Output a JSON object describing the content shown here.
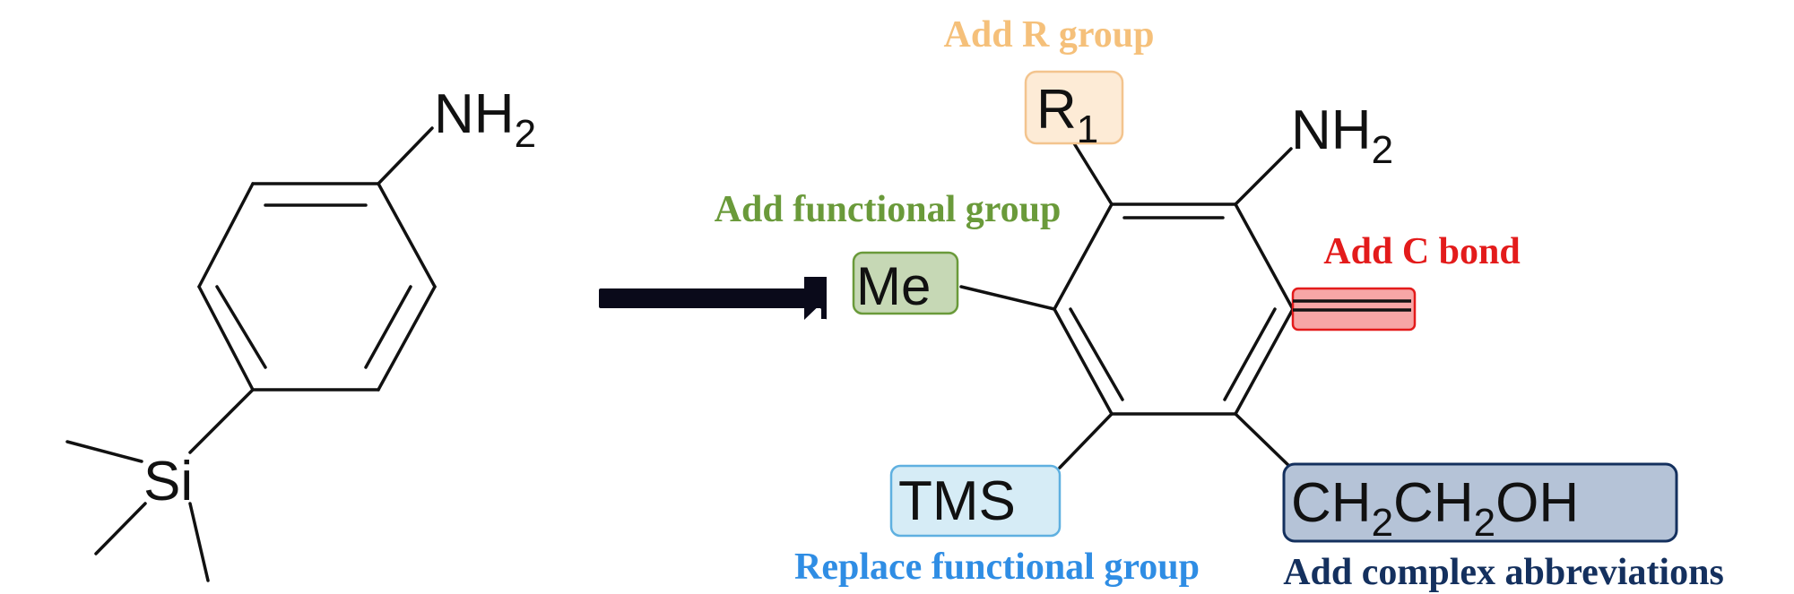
{
  "left_molecule": {
    "amine": {
      "base": "NH",
      "sub": "2"
    },
    "silicon": "Si"
  },
  "right_molecule": {
    "r_group": {
      "base": "R",
      "sub": "1"
    },
    "amine": {
      "base": "NH",
      "sub": "2"
    },
    "methyl": "Me",
    "tms": "TMS",
    "abbreviation": {
      "parts": [
        "CH",
        "2",
        "CH",
        "2",
        "OH"
      ]
    }
  },
  "annotations": {
    "add_r_group": "Add R group",
    "add_functional_group": "Add functional group",
    "add_c_bond": "Add C bond",
    "replace_functional_group": "Replace functional group",
    "add_complex_abbreviations": "Add complex abbreviations"
  },
  "colors": {
    "r_group": "#f5c07a",
    "functional_group": "#6a9a3a",
    "c_bond": "#e31b1b",
    "replace": "#2f8de4",
    "complex": "#14305e",
    "arrow": "#0a0a1a"
  }
}
